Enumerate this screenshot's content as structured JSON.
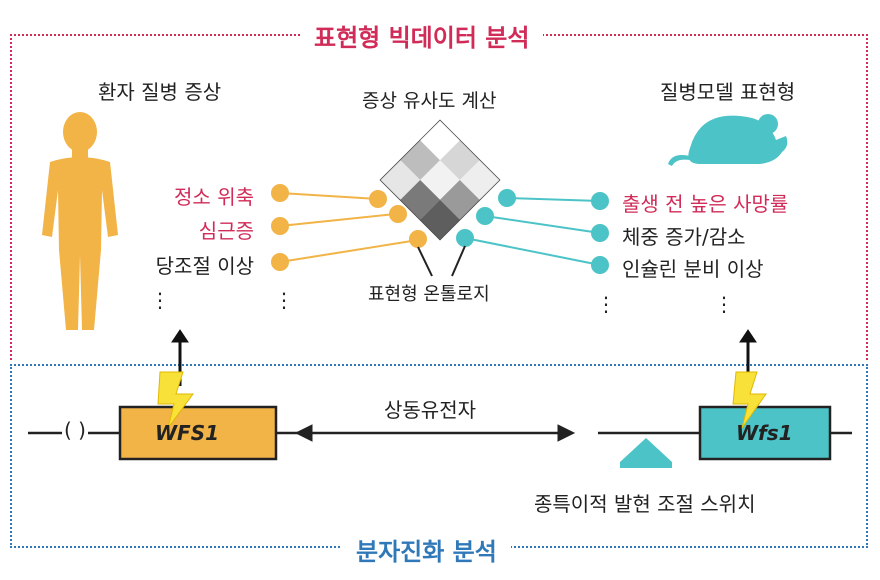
{
  "header": {
    "title": "표현형 빅데이터 분석"
  },
  "footer": {
    "title": "분자진화 분석"
  },
  "patient": {
    "heading": "환자 질병 증상",
    "symptoms": [
      "정소 위축",
      "심근증",
      "당조절 이상"
    ],
    "ellipsis": "⋮"
  },
  "center": {
    "heading": "증상 유사도 계산",
    "ontology_label": "표현형 온톨로지"
  },
  "model": {
    "heading": "질병모델 표현형",
    "symptoms": [
      "출생 전 높은 사망률",
      "체중 증가/감소",
      "인슐린 분비 이상"
    ],
    "ellipsis": "⋮"
  },
  "genes": {
    "human_gene": "WFS1",
    "mouse_gene": "Wfs1",
    "ortholog_label": "상동유전자",
    "paren": "(  )",
    "switch_label": "종특이적 발현 조절 스위치"
  },
  "colors": {
    "pink": "#d12b58",
    "blue": "#2f79b9",
    "orange": "#f2b347",
    "teal": "#4cc3c6",
    "yellow": "#f8e23a"
  },
  "icons": [
    "human-figure-icon",
    "mouse-icon",
    "lightning-icon",
    "arrow-up-icon",
    "double-arrow-icon",
    "triangle-switch-icon"
  ]
}
